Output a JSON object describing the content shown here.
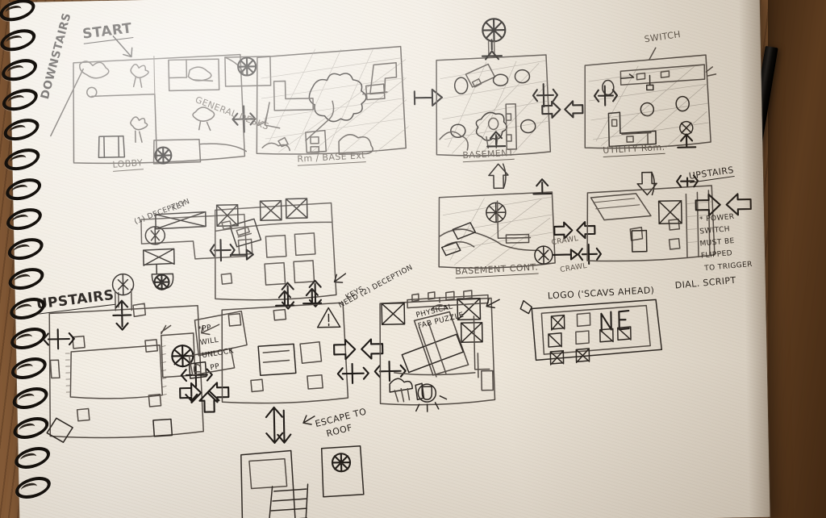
{
  "scene": {
    "medium": "pencil and ink sketch on spiral notebook paper",
    "surface": "wooden desk",
    "objects": [
      "spiral-notebook",
      "black-pencil"
    ]
  },
  "labels": {
    "start": "START",
    "downstairs": "DOWNSTAIRS",
    "lobby": "LOBBY",
    "general_desks": "GENERAL DESKS",
    "rm_base_ext": "Rm / BASE Ext",
    "basement": "BASEMENT",
    "switch": "SWITCH",
    "utility_room": "UTILITY Rom.",
    "basement_cont": "BASEMENT CONT.",
    "crawl_a": "CRAWL",
    "crawl_b": "CRAWL",
    "upstairs_right": "UPSTAIRS",
    "power_note_1": "* POWER",
    "power_note_2": "SWITCH",
    "power_note_3": "MUST BE",
    "power_note_4": "FLIPPED",
    "power_note_5": "TO TRIGGER",
    "dial_script": "DIAL. SCRIPT",
    "logo": "LOGO ('SCAVS AHEAD)",
    "logo_text": "NE",
    "deception_key_1": "(1) DECEPTION",
    "deception_key_2": "KEY",
    "need_keys_1": "NEED (2) DECEPTION",
    "need_keys_2": "KEYS",
    "upstairs_left": "UPSTAIRS",
    "pp_note_1": "*PP",
    "pp_note_2": "WILL",
    "pp_note_3": "UNLOCK",
    "pp_tag": "PP",
    "physical_1": "PHYSICAL",
    "physical_2": "FAB PUZZLE",
    "escape_1": "ESCAPE TO",
    "escape_2": "ROOF"
  },
  "rooms": [
    {
      "id": "lobby",
      "label": "LOBBY",
      "row": 1,
      "note": "starting room, ground floor"
    },
    {
      "id": "rm-base-ext",
      "label": "Rm / BASE Ext",
      "row": 1,
      "note": "exterior with tree"
    },
    {
      "id": "basement",
      "label": "BASEMENT",
      "row": 1,
      "note": "barrels and crates"
    },
    {
      "id": "utility-room",
      "label": "UTILITY Rom.",
      "row": 1,
      "note": "contains power SWITCH"
    },
    {
      "id": "deception-key-room",
      "label": "(1) DECEPTION KEY",
      "row": 2,
      "note": "small side room"
    },
    {
      "id": "office-desks",
      "label": "GENERAL DESKS",
      "row": 2,
      "note": "grid of desks with PP markers"
    },
    {
      "id": "basement-cont",
      "label": "BASEMENT CONT.",
      "row": 2,
      "note": "crawl space exits"
    },
    {
      "id": "upstairs-right",
      "label": "UPSTAIRS",
      "row": 2,
      "note": "stairs landing"
    },
    {
      "id": "upstairs-left",
      "label": "UPSTAIRS",
      "row": 3,
      "note": "large open room with rug"
    },
    {
      "id": "physical-puzzle-room",
      "label": "PHYSICAL FAB PUZZLE",
      "row": 3,
      "note": "table puzzle room"
    },
    {
      "id": "logo-board",
      "label": "LOGO ('SCAVS AHEAD)",
      "row": 3,
      "note": "signage mockup"
    },
    {
      "id": "roof-escape",
      "label": "ESCAPE TO ROOF",
      "row": 4,
      "note": "ladder up to roof"
    }
  ],
  "markers": {
    "pp": "PP",
    "door_symbol": "D",
    "asterisk": "*",
    "up_arrow": "↑",
    "double_arrow": "↔"
  }
}
